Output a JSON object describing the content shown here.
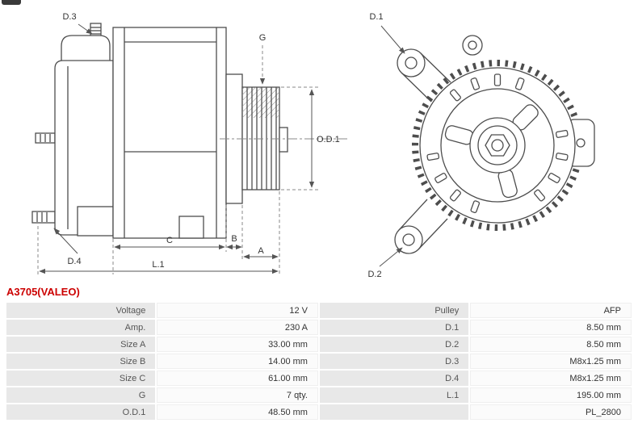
{
  "title": "A3705(VALEO)",
  "colors": {
    "accent_red": "#cc0000",
    "drawing_line": "#4d4d4d",
    "table_label_bg": "#e8e8e8",
    "table_value_bg": "#fbfbfb"
  },
  "diagram": {
    "side_view_labels": {
      "d3": "D.3",
      "g": "G",
      "od1": "O.D.1",
      "d4": "D.4",
      "c": "C",
      "b": "B",
      "a": "A",
      "l1": "L.1"
    },
    "front_view_labels": {
      "d1": "D.1",
      "d2": "D.2"
    }
  },
  "table": {
    "rows": [
      {
        "label_left": "Voltage",
        "value_left": "12 V",
        "label_right": "Pulley",
        "value_right": "AFP"
      },
      {
        "label_left": "Amp.",
        "value_left": "230 A",
        "label_right": "D.1",
        "value_right": "8.50 mm"
      },
      {
        "label_left": "Size A",
        "value_left": "33.00 mm",
        "label_right": "D.2",
        "value_right": "8.50 mm"
      },
      {
        "label_left": "Size B",
        "value_left": "14.00 mm",
        "label_right": "D.3",
        "value_right": "M8x1.25 mm"
      },
      {
        "label_left": "Size C",
        "value_left": "61.00 mm",
        "label_right": "D.4",
        "value_right": "M8x1.25 mm"
      },
      {
        "label_left": "G",
        "value_left": "7 qty.",
        "label_right": "L.1",
        "value_right": "195.00 mm"
      },
      {
        "label_left": "O.D.1",
        "value_left": "48.50 mm",
        "label_right": "",
        "value_right": "PL_2800"
      }
    ]
  }
}
